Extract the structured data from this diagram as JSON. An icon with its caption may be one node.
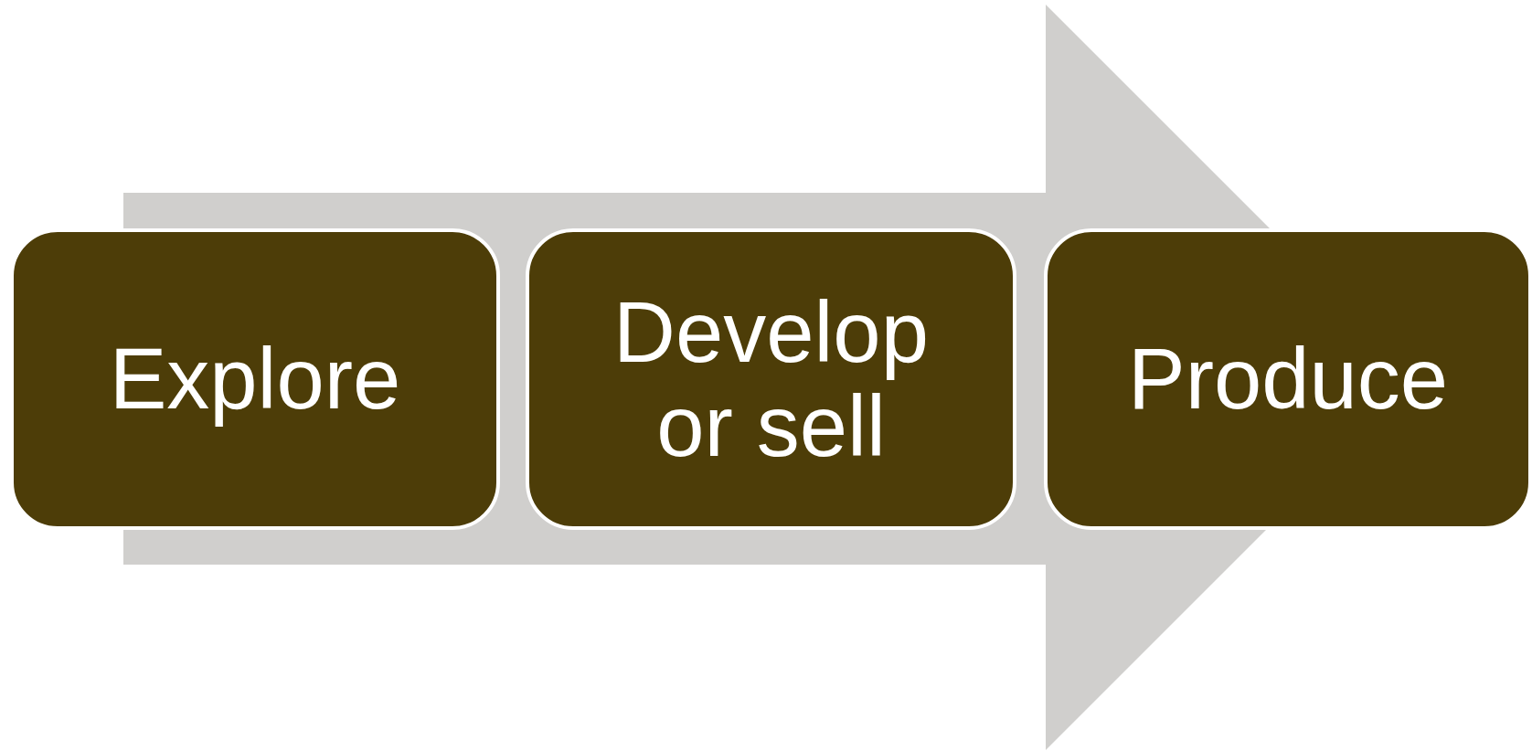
{
  "diagram": {
    "nodes": [
      {
        "text": [
          "Explore"
        ]
      },
      {
        "text": [
          "Develop or sell"
        ]
      },
      {
        "text": [
          "Produce"
        ]
      }
    ],
    "edges": [
      {
        "from": 0,
        "to": 2,
        "arrow": "to"
      }
    ]
  }
}
